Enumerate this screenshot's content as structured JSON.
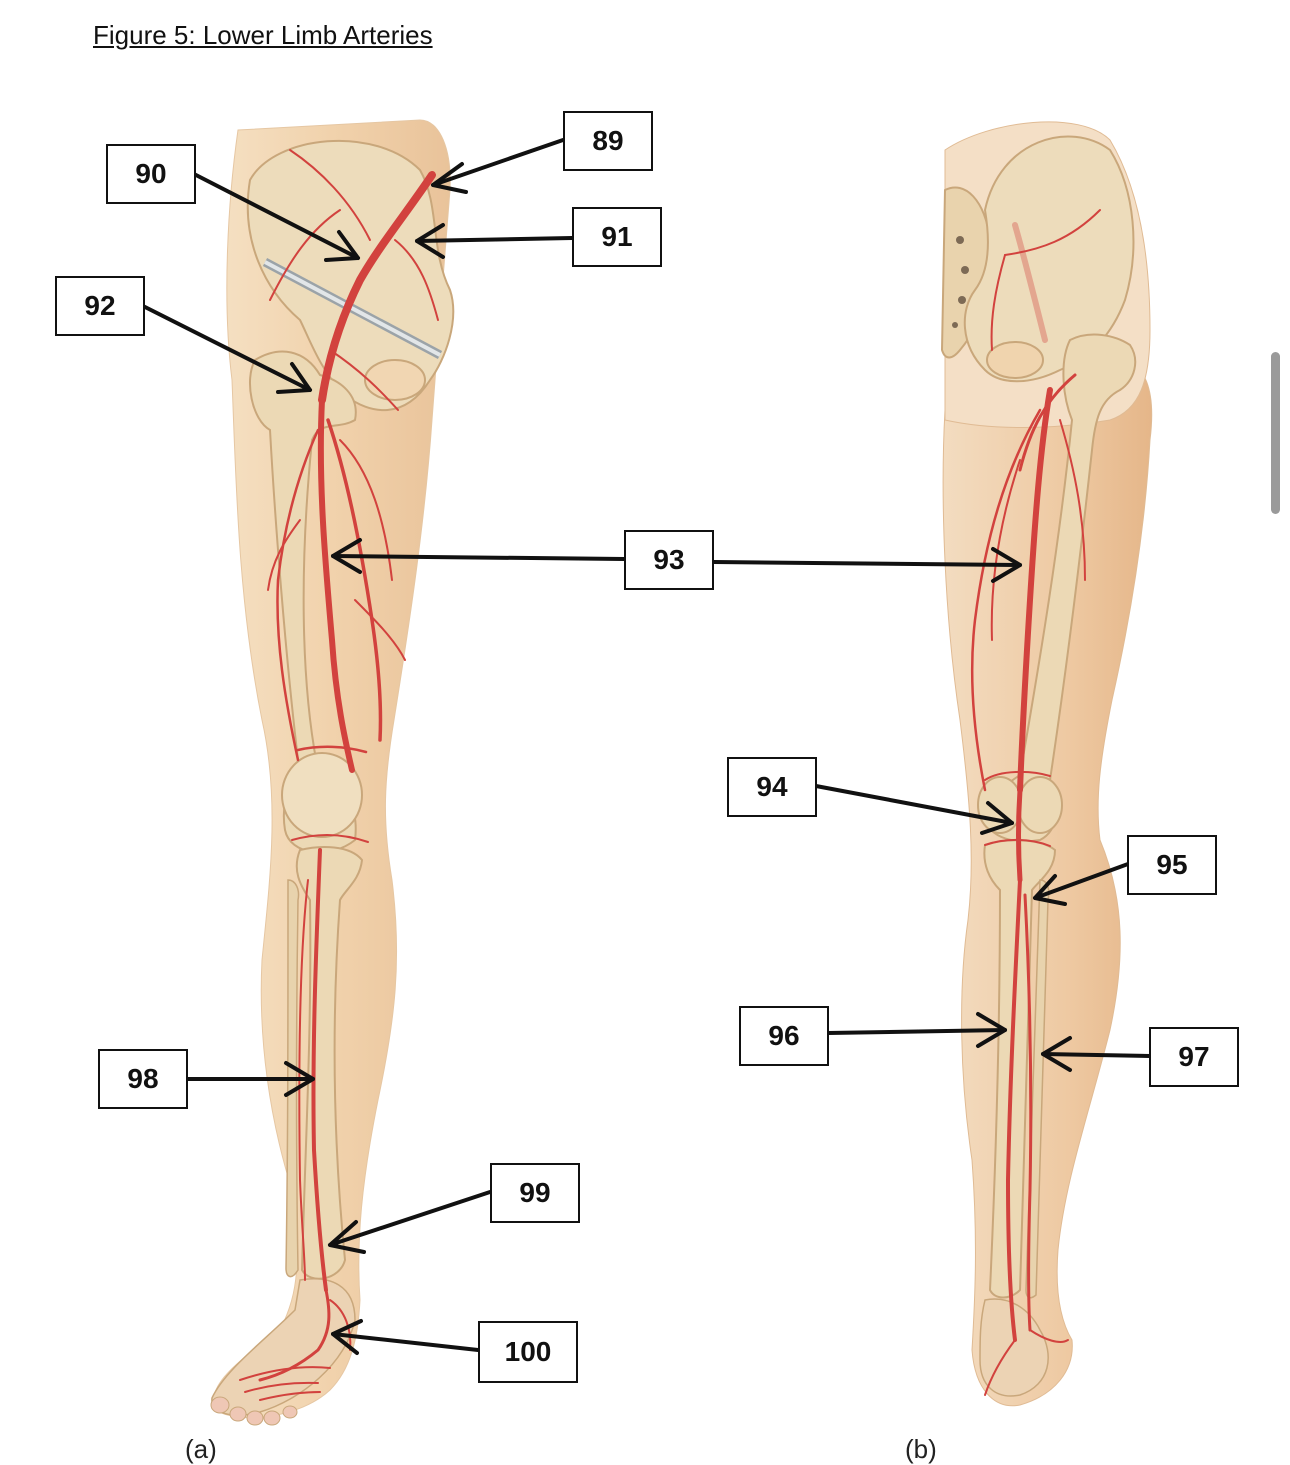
{
  "title": "Figure 5: Lower Limb Arteries",
  "labels": {
    "l89": "89",
    "l90": "90",
    "l91": "91",
    "l92": "92",
    "l93": "93",
    "l94": "94",
    "l95": "95",
    "l96": "96",
    "l97": "97",
    "l98": "98",
    "l99": "99",
    "l100": "100"
  },
  "panels": {
    "a": "(a)",
    "b": "(b)"
  },
  "colors": {
    "skin": "#f2d3ad",
    "bone": "#ecd9b5",
    "artery": "#d2423e",
    "arrow": "#111111"
  }
}
